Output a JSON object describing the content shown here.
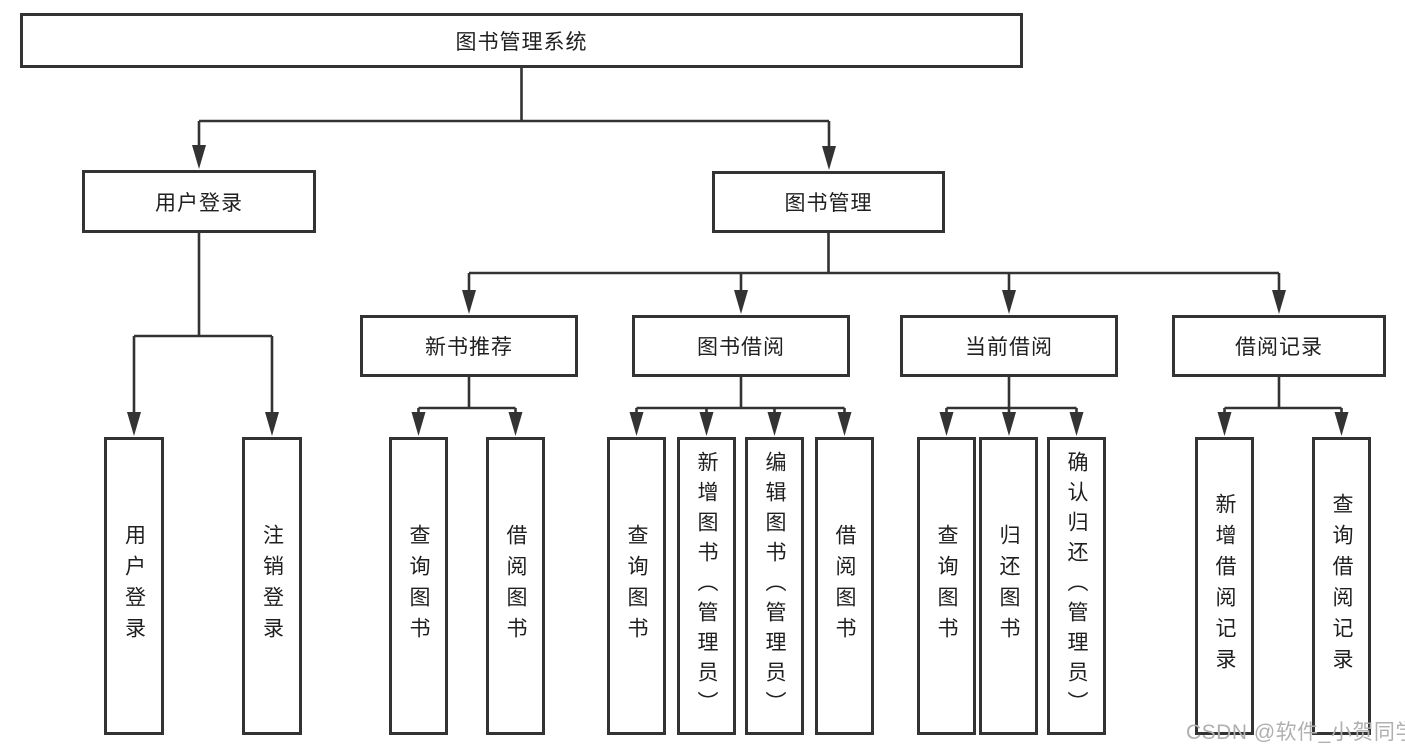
{
  "diagram": {
    "type": "tree",
    "root": {
      "label": "图书管理系统",
      "children": [
        {
          "label": "用户登录",
          "children": [
            {
              "label": "用户登录"
            },
            {
              "label": "注销登录"
            }
          ]
        },
        {
          "label": "图书管理",
          "children": [
            {
              "label": "新书推荐",
              "children": [
                {
                  "label": "查询图书"
                },
                {
                  "label": "借阅图书"
                }
              ]
            },
            {
              "label": "图书借阅",
              "children": [
                {
                  "label": "查询图书"
                },
                {
                  "label": "新增图书（管理员）"
                },
                {
                  "label": "编辑图书（管理员）"
                },
                {
                  "label": "借阅图书"
                }
              ]
            },
            {
              "label": "当前借阅",
              "children": [
                {
                  "label": "查询图书"
                },
                {
                  "label": "归还图书"
                },
                {
                  "label": "确认归还（管理员）"
                }
              ]
            },
            {
              "label": "借阅记录",
              "children": [
                {
                  "label": "新增借阅记录"
                },
                {
                  "label": "查询借阅记录"
                }
              ]
            }
          ]
        }
      ]
    }
  },
  "watermark": {
    "text": "CSDN @软件_小贺同学"
  },
  "colors": {
    "line": "#333333",
    "box_border": "#333333",
    "text": "#1f1f1f",
    "watermark": "#b0b0b0",
    "background": "#ffffff"
  }
}
